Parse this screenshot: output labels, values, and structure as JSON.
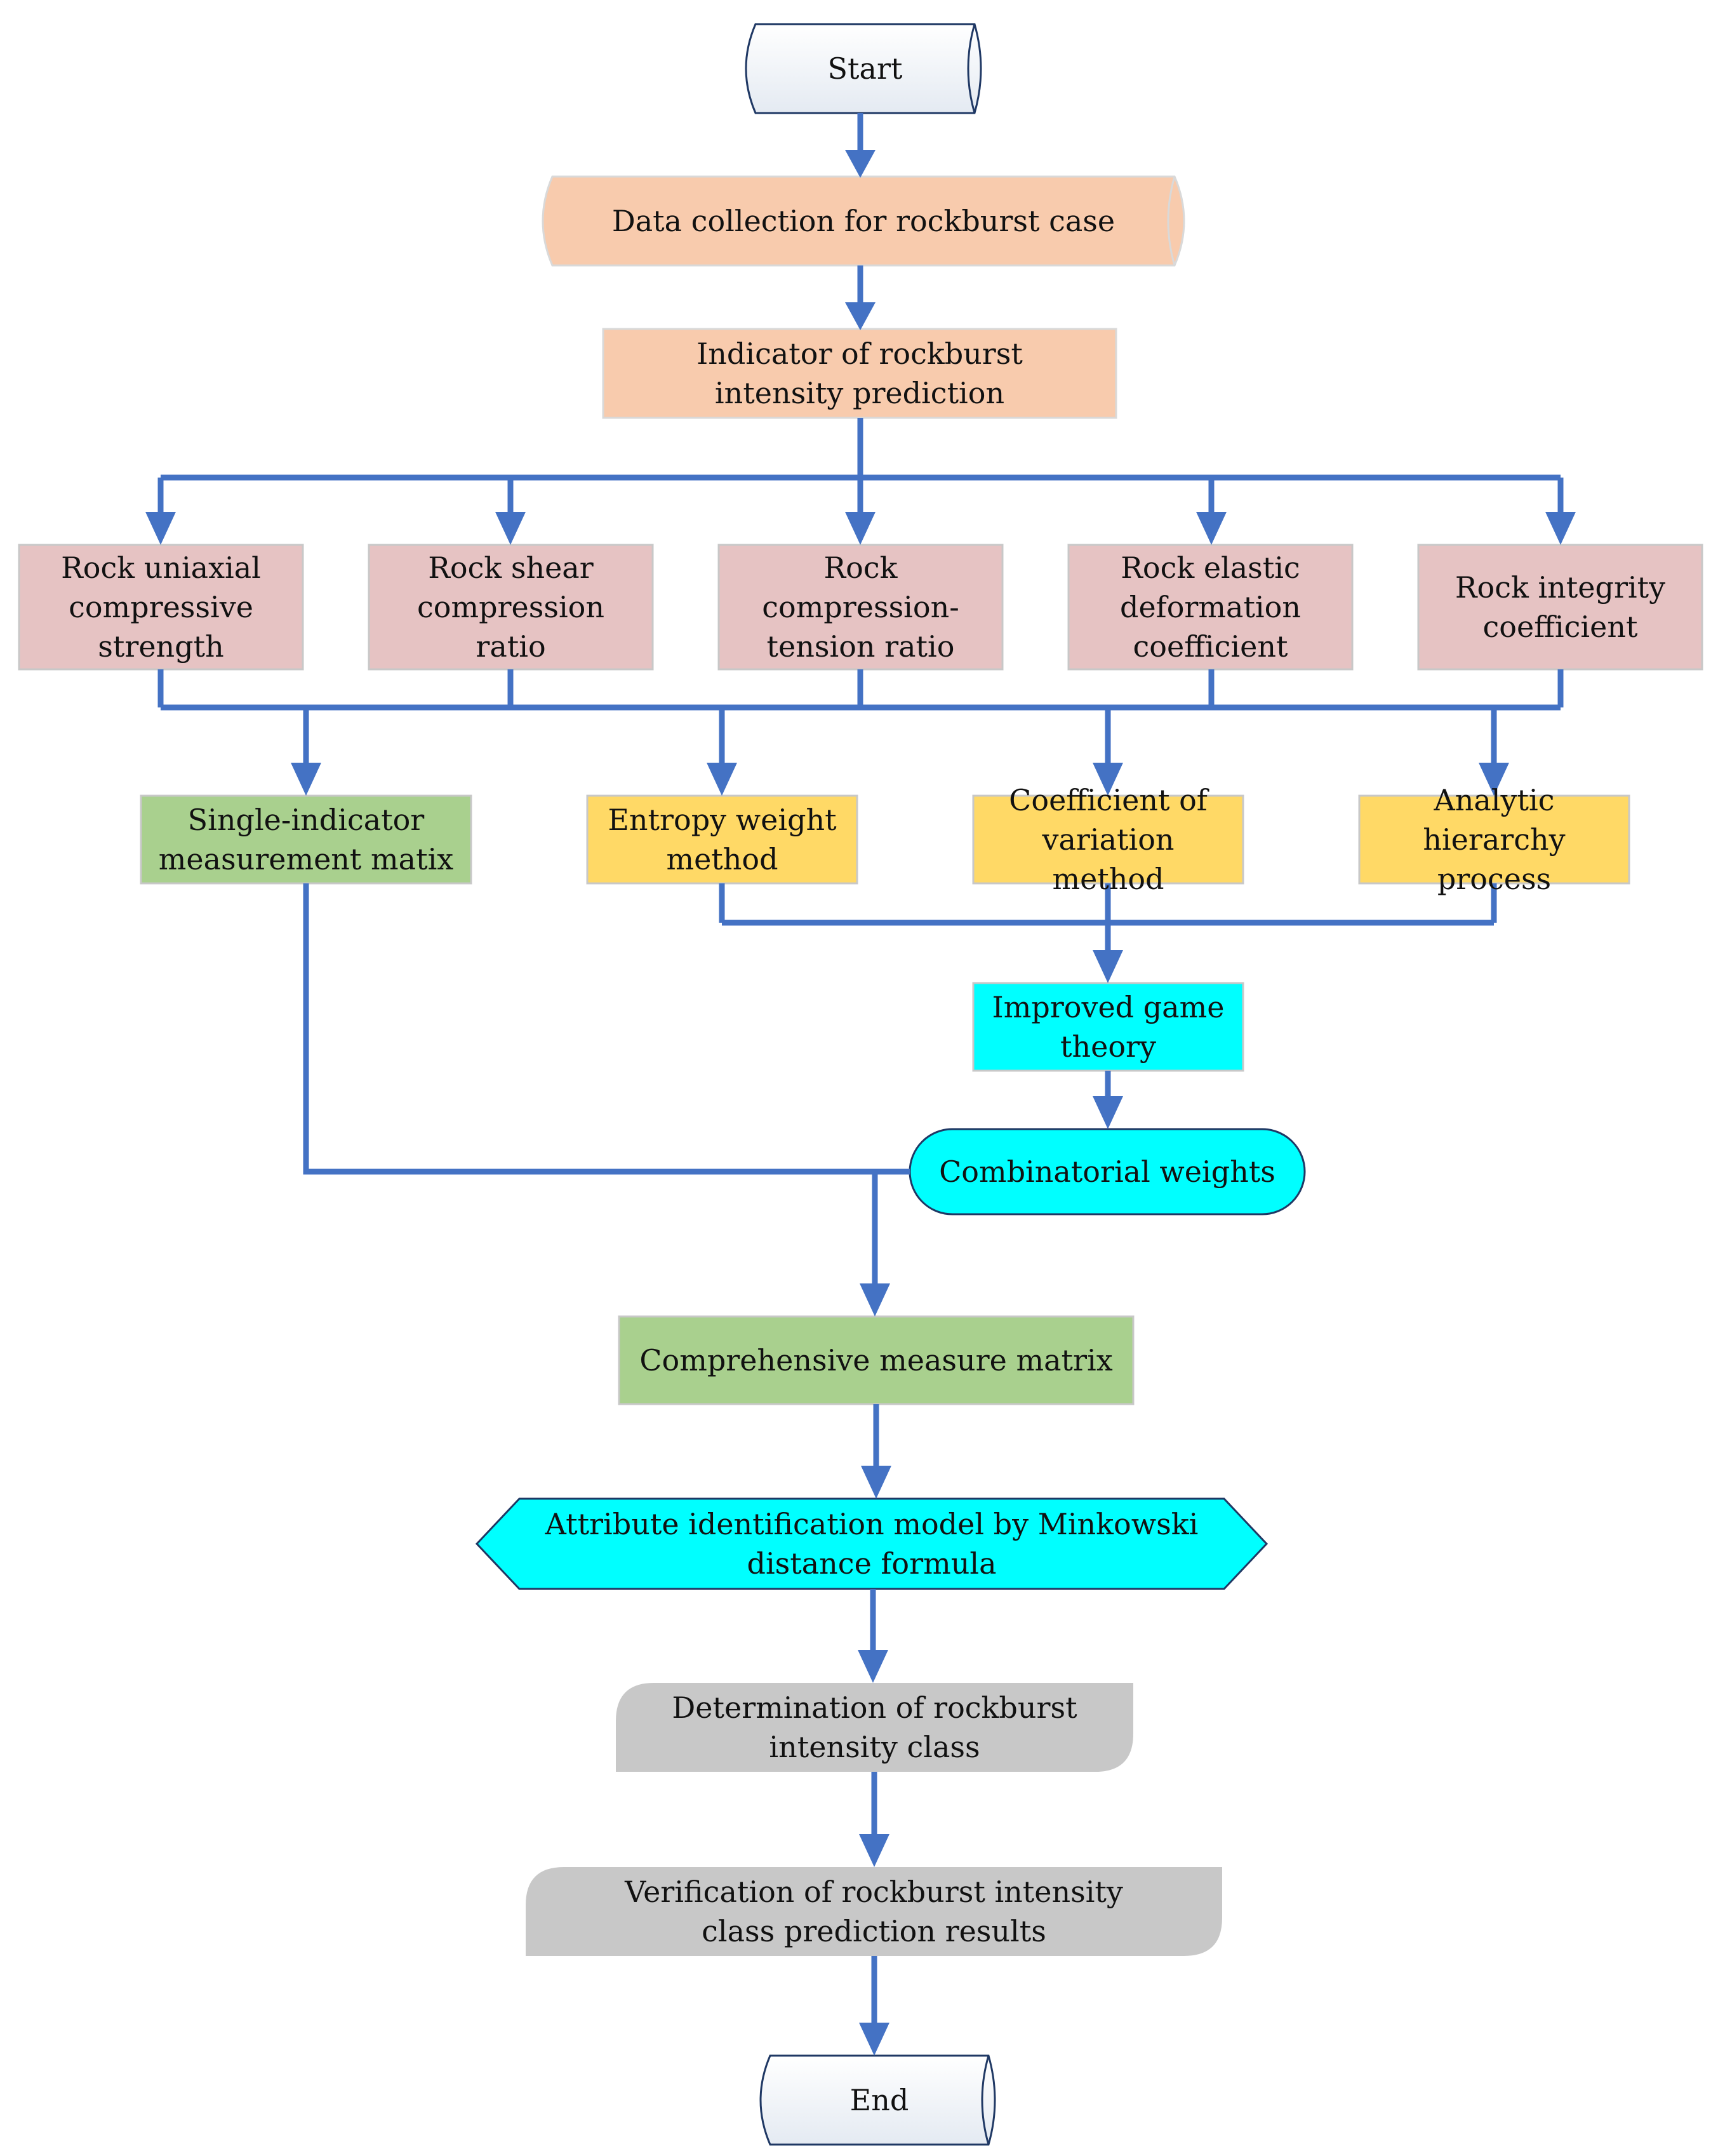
{
  "colors": {
    "arrow": "#4472C4",
    "terminal_fill": "#f4f7fb",
    "terminal_stroke": "#1f3864",
    "salmon": "#f8cbad",
    "pink": "#e6c3c3",
    "green": "#a9d08e",
    "yellow": "#ffd966",
    "cyan": "#00ffff",
    "gray": "#c8c8c8"
  },
  "nodes": {
    "start": "Start",
    "data_collection": "Data collection for rockburst case",
    "indicator": "Indicator of rockburst intensity prediction",
    "ind_ucs": "Rock uniaxial compressive strength",
    "ind_shear": "Rock shear compression ratio",
    "ind_ct": "Rock compression-tension ratio",
    "ind_elastic": "Rock elastic deformation coefficient",
    "ind_integrity": "Rock integrity coefficient",
    "single_matrix": "Single-indicator measurement matix",
    "entropy": "Entropy weight method",
    "cov": "Coefficient of variation method",
    "ahp": "Analytic hierarchy process",
    "game": "Improved game theory",
    "comb_weights": "Combinatorial weights",
    "comp_matrix": "Comprehensive measure matrix",
    "minkowski": "Attribute identification model by Minkowski distance formula",
    "determination": "Determination of rockburst intensity class",
    "verification": "Verification of rockburst intensity class prediction results",
    "end": "End"
  }
}
